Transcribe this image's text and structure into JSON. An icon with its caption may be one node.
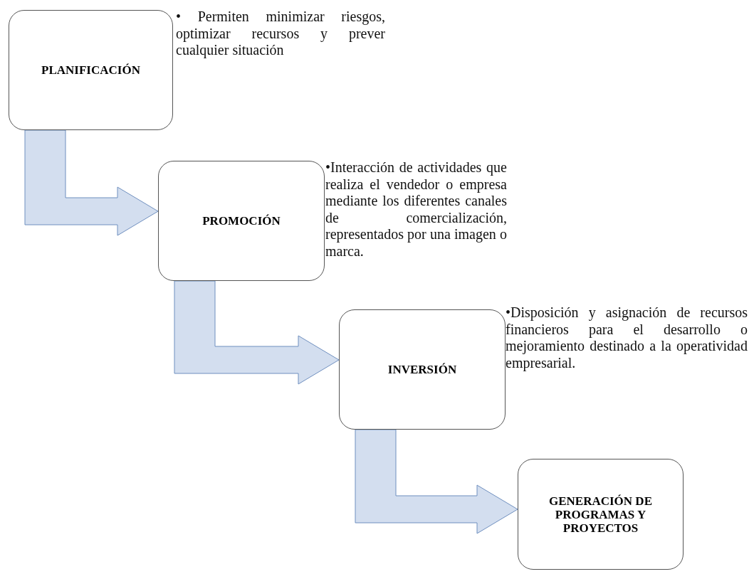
{
  "diagram": {
    "nodes": [
      {
        "text": [
          "PLANIFICACIÓN"
        ],
        "beside": [
          "• Permiten minimizar riesgos, optimizar recursos y prever cualquier situación"
        ]
      },
      {
        "text": [
          "PROMOCIÓN"
        ],
        "beside": [
          "•Interacción de actividades que realiza el vendedor o empresa mediante los diferentes canales de comercialización, representados por una imagen o marca."
        ]
      },
      {
        "text": [
          "INVERSIÓN"
        ],
        "beside": [
          "•Disposición y asignación de recursos financieros para el desarrollo o mejoramiento destinado a la operatividad empresarial."
        ]
      },
      {
        "text": [
          "GENERACIÓN DE PROGRAMAS Y PROYECTOS"
        ]
      }
    ],
    "edges": [
      {
        "from": 0,
        "to": 1,
        "arrow": "to"
      },
      {
        "from": 1,
        "to": 2,
        "arrow": "to"
      },
      {
        "from": 2,
        "to": 3,
        "arrow": "to"
      }
    ]
  }
}
